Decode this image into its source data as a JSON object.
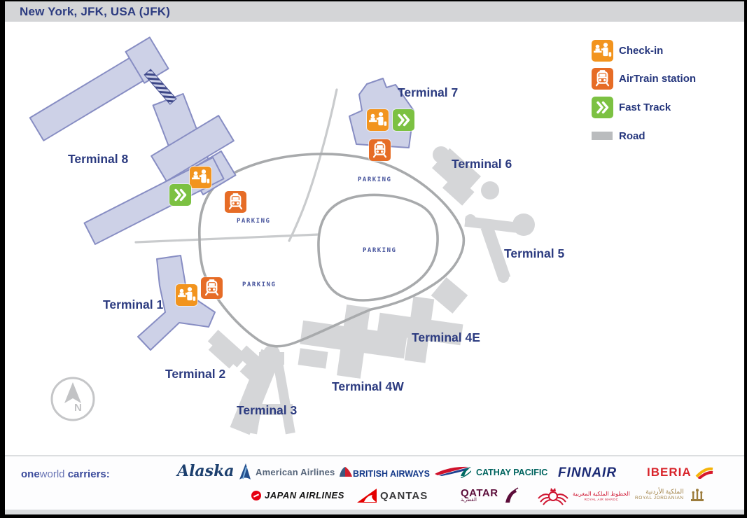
{
  "header": {
    "title": "New York, JFK, USA (JFK)"
  },
  "legend": {
    "checkin_label": "Check-in",
    "airtrain_label": "AirTrain station",
    "fasttrack_label": "Fast Track",
    "road_label": "Road"
  },
  "map": {
    "terminals": [
      {
        "id": "terminal-8",
        "label": "Terminal 8"
      },
      {
        "id": "terminal-7",
        "label": "Terminal 7"
      },
      {
        "id": "terminal-6",
        "label": "Terminal 6"
      },
      {
        "id": "terminal-5",
        "label": "Terminal 5"
      },
      {
        "id": "terminal-4e",
        "label": "Terminal 4E"
      },
      {
        "id": "terminal-4w",
        "label": "Terminal 4W"
      },
      {
        "id": "terminal-3",
        "label": "Terminal 3"
      },
      {
        "id": "terminal-2",
        "label": "Terminal 2"
      },
      {
        "id": "terminal-1",
        "label": "Terminal 1"
      }
    ],
    "parking": [
      {
        "text": "PARKING"
      },
      {
        "text": "PARKING"
      },
      {
        "text": "PARKING"
      },
      {
        "text": "PARKING"
      }
    ],
    "compass": {
      "label": "N"
    }
  },
  "footer": {
    "carriers_one": "one",
    "carriers_world": "world",
    "carriers_rest": " carriers:",
    "airlines": [
      {
        "name": "Alaska Airlines",
        "wordmark": "Alaska"
      },
      {
        "name": "American Airlines",
        "wordmark": "American Airlines"
      },
      {
        "name": "British Airways",
        "wordmark": "BRITISH AIRWAYS"
      },
      {
        "name": "Cathay Pacific",
        "wordmark": "CATHAY PACIFIC"
      },
      {
        "name": "Finnair",
        "wordmark": "FINNAIR"
      },
      {
        "name": "Iberia",
        "wordmark": "IBERIA"
      },
      {
        "name": "Japan Airlines",
        "wordmark": "JAPAN AIRLINES"
      },
      {
        "name": "Qantas",
        "wordmark": "QANTAS"
      },
      {
        "name": "Qatar Airways",
        "wordmark": "QATAR",
        "arabic": "القطرية"
      },
      {
        "name": "Royal Air Maroc",
        "arabic": "الخطوط الملكية المغربية",
        "sub": "ROYAL AIR MAROC"
      },
      {
        "name": "Royal Jordanian",
        "arabic": "الملكية الأردنية",
        "wordmark": "ROYAL JORDANIAN"
      }
    ]
  },
  "colors": {
    "navy": "#2c3b80",
    "checkin_orange": "#f2941e",
    "airtrain_orange": "#e66c26",
    "fasttrack_green": "#7cc142",
    "building_fill": "#cdd1e7",
    "building_stroke": "#878dc3",
    "silhouette_gray": "#d5d6d8",
    "road_gray": "#a8aaac"
  }
}
